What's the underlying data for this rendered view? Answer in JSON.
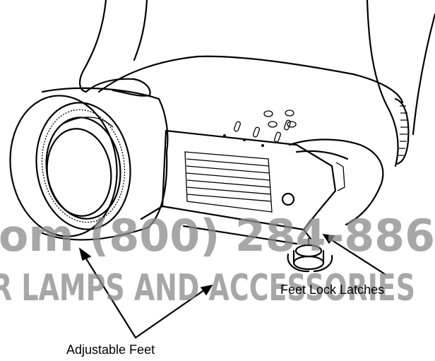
{
  "labels": {
    "feet_lock_latches": "Feet Lock Latches",
    "adjustable_feet": "Adjustable Feet"
  },
  "watermark": {
    "line1": "om (800) 284-886",
    "line2": "R LAMPS AND ACCESSORIES"
  },
  "colors": {
    "ink": "#000000",
    "watermark": "#8a8a8a",
    "background": "#ffffff"
  }
}
